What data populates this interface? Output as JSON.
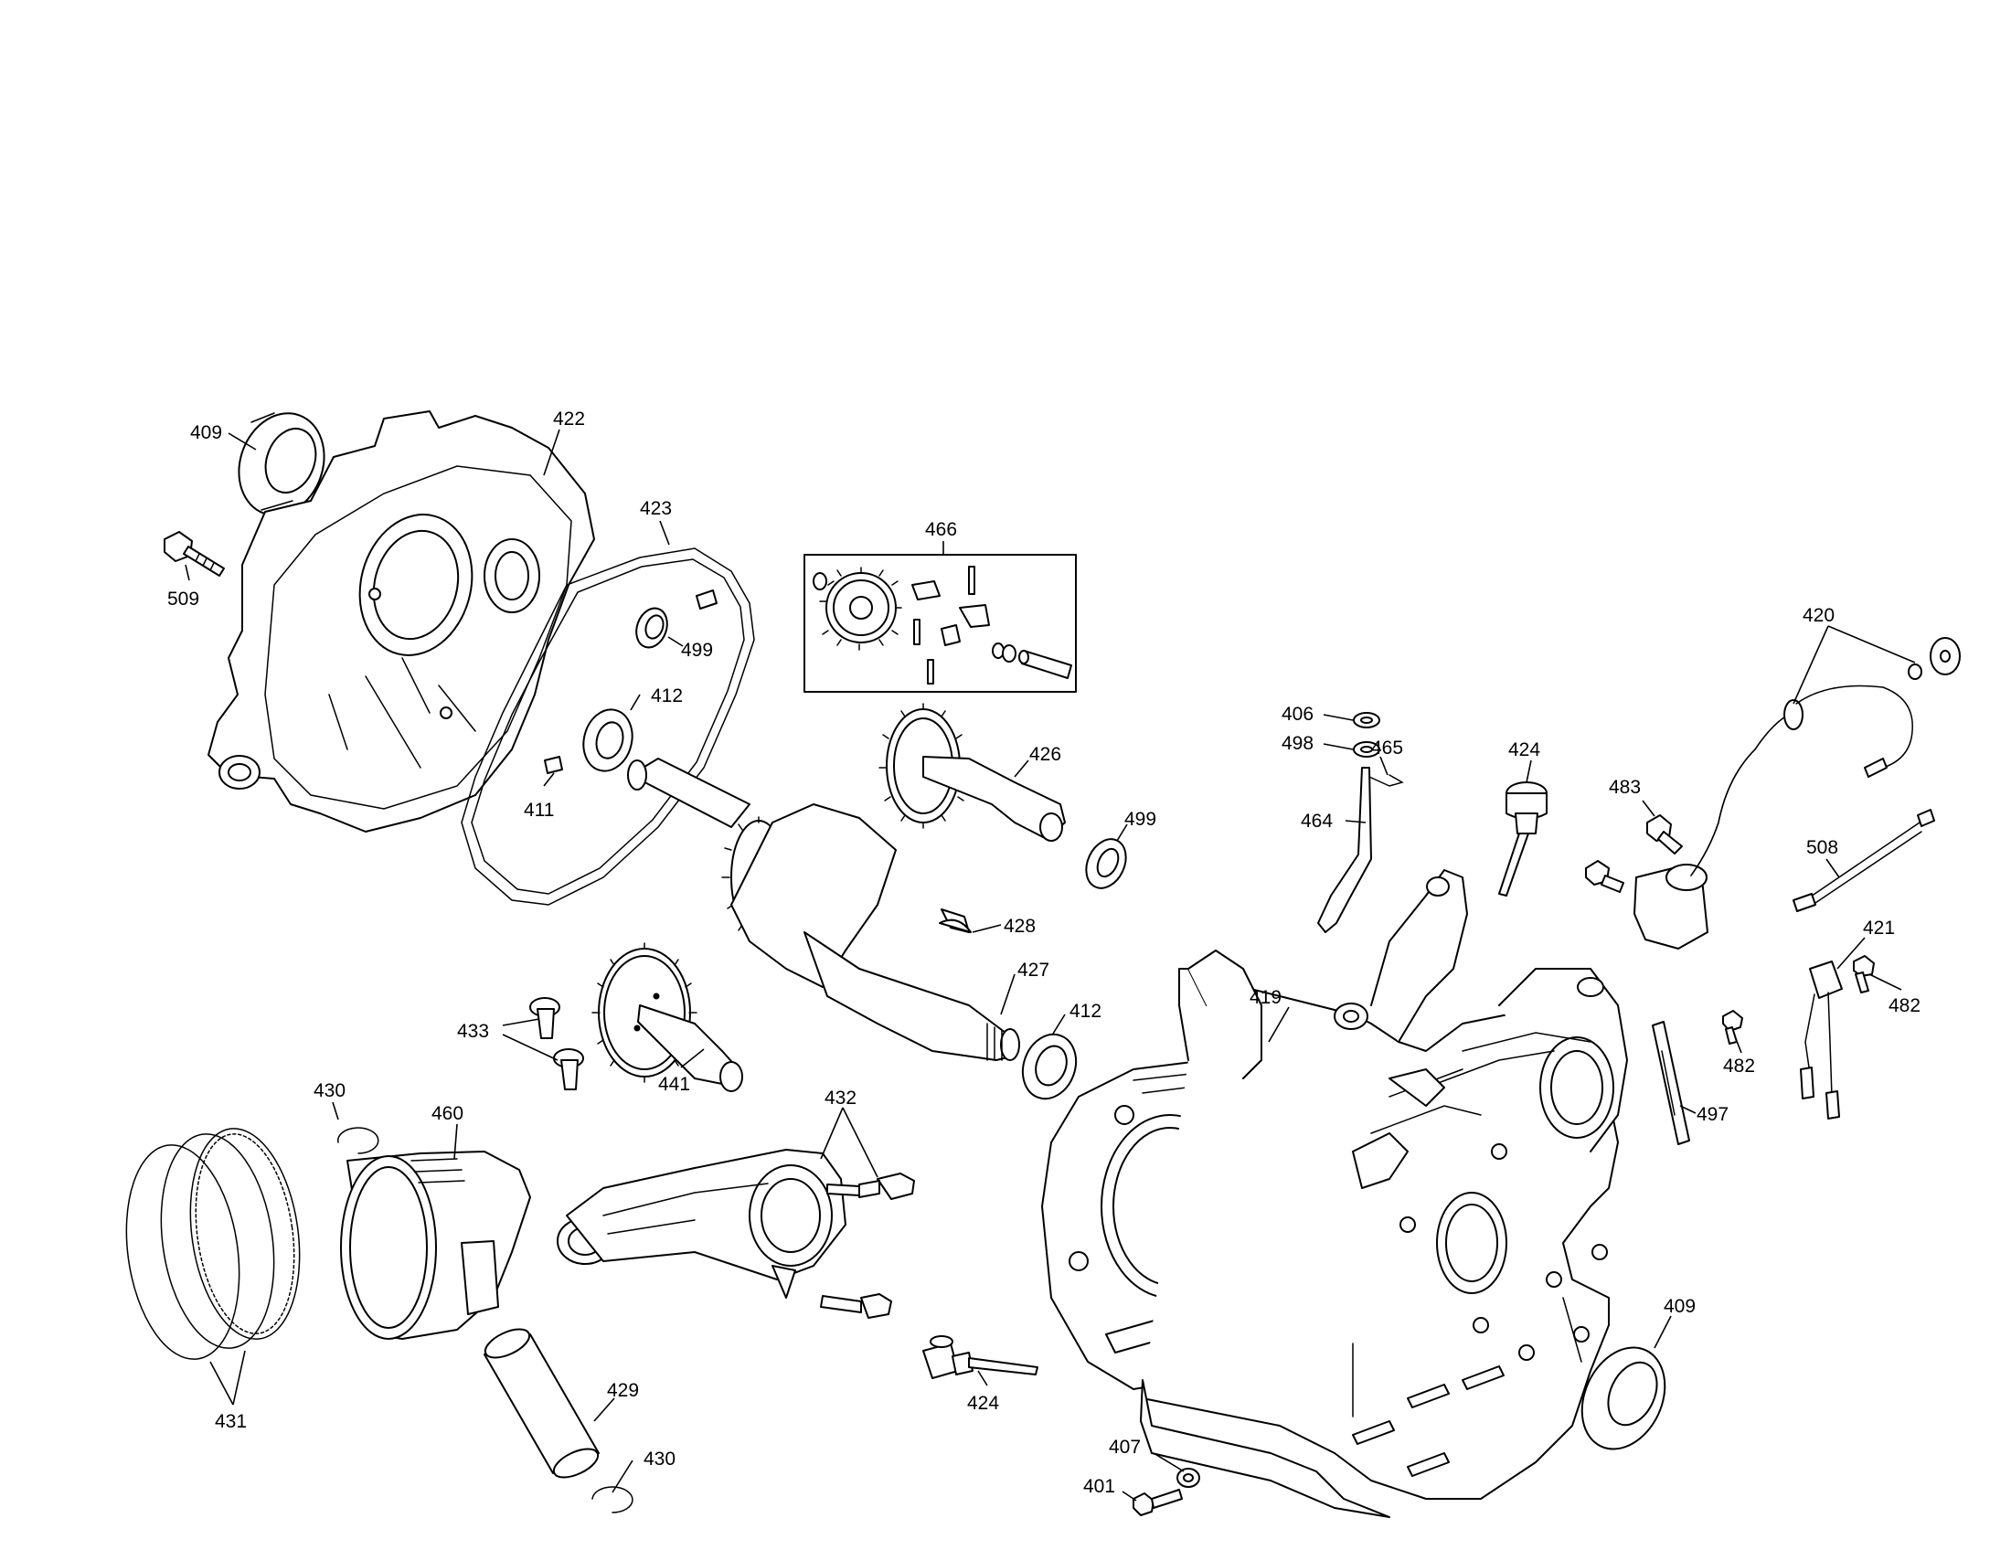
{
  "diagram": {
    "callouts": [
      "409",
      "422",
      "509",
      "423",
      "466",
      "499",
      "412",
      "411",
      "426",
      "499",
      "428",
      "427",
      "412",
      "433",
      "441",
      "430",
      "460",
      "431",
      "432",
      "429",
      "430",
      "424",
      "407",
      "401",
      "406",
      "498",
      "465",
      "464",
      "424",
      "419",
      "483",
      "420",
      "508",
      "421",
      "482",
      "482",
      "497",
      "409"
    ]
  },
  "colors": {
    "line": "#000000",
    "background": "#ffffff"
  }
}
